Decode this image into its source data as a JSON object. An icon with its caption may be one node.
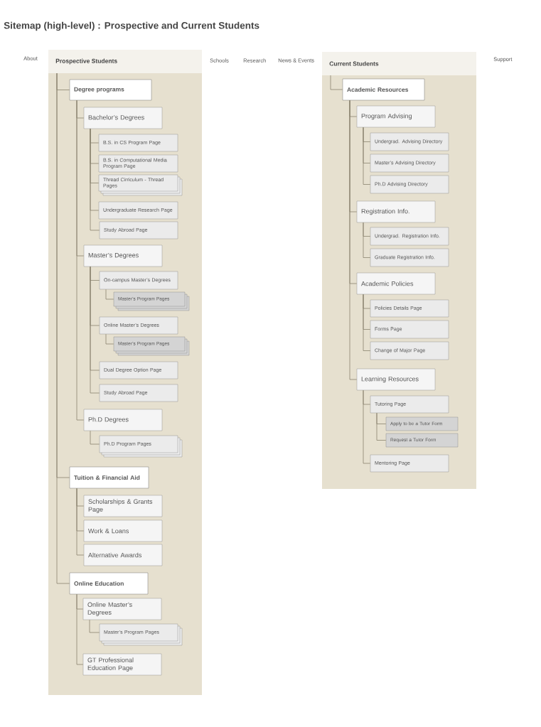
{
  "diagram": {
    "title": "Sitemap (high-level) : Prospective and Current Students",
    "nodes": [
      {
        "text": [
          "Prospective Students"
        ]
      },
      {
        "text": [
          "Degree programs"
        ],
        "in": 0
      },
      {
        "text": [
          "Bachelor’s Degrees"
        ],
        "in": 0
      },
      {
        "text": [
          "B.S. in CS Program Page"
        ],
        "in": 0
      },
      {
        "text": [
          "B.S. in Computational Media Program Page"
        ],
        "in": 0
      },
      {
        "text": [
          "Thread Cirriculum - Thread Pages"
        ],
        "in": 0
      },
      {
        "text": [
          "Undergraduate Research Page"
        ],
        "in": 0
      },
      {
        "text": [
          "Study Abroad Page"
        ],
        "in": 0
      },
      {
        "text": [
          "Master’s Degrees"
        ],
        "in": 0
      },
      {
        "text": [
          "On-campus Master’s Degrees"
        ],
        "in": 0
      },
      {
        "text": [
          "Master’s Program Pages"
        ],
        "in": 0
      },
      {
        "text": [
          "Online Master’s Degrees"
        ],
        "in": 0
      },
      {
        "text": [
          "Master’s Program Pages"
        ],
        "in": 0
      },
      {
        "text": [
          "Dual Degree Option Page"
        ],
        "in": 0
      },
      {
        "text": [
          "Study Abroad Page"
        ],
        "in": 0
      },
      {
        "text": [
          "Ph.D Degrees"
        ],
        "in": 0
      },
      {
        "text": [
          "Ph.D Program Pages"
        ],
        "in": 0
      },
      {
        "text": [
          "Tuition & Financial Aid"
        ],
        "in": 0
      },
      {
        "text": [
          "Scholarships & Grants Page"
        ],
        "in": 0
      },
      {
        "text": [
          "Work & Loans"
        ],
        "in": 0
      },
      {
        "text": [
          "Alternative Awards"
        ],
        "in": 0
      },
      {
        "text": [
          "Online Education"
        ],
        "in": 0
      },
      {
        "text": [
          "Online Master’s Degrees"
        ],
        "in": 0
      },
      {
        "text": [
          "Master’s Program Pages"
        ],
        "in": 0
      },
      {
        "text": [
          "GT Professional Education Page"
        ],
        "in": 0
      },
      {
        "text": [
          "Current Students"
        ]
      },
      {
        "text": [
          "Academic Resources"
        ],
        "in": 25
      },
      {
        "text": [
          "Program Advising"
        ],
        "in": 25
      },
      {
        "text": [
          "Undergrad. Advising Directory"
        ],
        "in": 25
      },
      {
        "text": [
          "Master’s Advising Directory"
        ],
        "in": 25
      },
      {
        "text": [
          "Ph.D Advising Directory"
        ],
        "in": 25
      },
      {
        "text": [
          "Registration Info."
        ],
        "in": 25
      },
      {
        "text": [
          "Undergrad. Registration Info."
        ],
        "in": 25
      },
      {
        "text": [
          "Graduate Registration Info."
        ],
        "in": 25
      },
      {
        "text": [
          "Academic Policies"
        ],
        "in": 25
      },
      {
        "text": [
          "Policies Details Page"
        ],
        "in": 25
      },
      {
        "text": [
          "Forms Page"
        ],
        "in": 25
      },
      {
        "text": [
          "Change of Major Page"
        ],
        "in": 25
      },
      {
        "text": [
          "Learning Resources"
        ],
        "in": 25
      },
      {
        "text": [
          "Tutoring Page"
        ],
        "in": 25
      },
      {
        "text": [
          "Apply to be a Tutor Form"
        ],
        "in": 25
      },
      {
        "text": [
          "Request a Tutor Form"
        ],
        "in": 25
      },
      {
        "text": [
          "Mentoring Page"
        ],
        "in": 25
      }
    ],
    "edges": [
      {
        "from": 0,
        "to": 1,
        "arrow": "none"
      },
      {
        "from": 1,
        "to": 2,
        "arrow": "none"
      },
      {
        "from": 2,
        "to": 3,
        "arrow": "none"
      },
      {
        "from": 2,
        "to": 4,
        "arrow": "none"
      },
      {
        "from": 2,
        "to": 5,
        "arrow": "none"
      },
      {
        "from": 2,
        "to": 6,
        "arrow": "none"
      },
      {
        "from": 2,
        "to": 7,
        "arrow": "none"
      },
      {
        "from": 1,
        "to": 8,
        "arrow": "none"
      },
      {
        "from": 8,
        "to": 9,
        "arrow": "none"
      },
      {
        "from": 9,
        "to": 10,
        "arrow": "none"
      },
      {
        "from": 8,
        "to": 11,
        "arrow": "none"
      },
      {
        "from": 11,
        "to": 12,
        "arrow": "none"
      },
      {
        "from": 8,
        "to": 13,
        "arrow": "none"
      },
      {
        "from": 8,
        "to": 14,
        "arrow": "none"
      },
      {
        "from": 1,
        "to": 15,
        "arrow": "none"
      },
      {
        "from": 15,
        "to": 16,
        "arrow": "none"
      },
      {
        "from": 0,
        "to": 17,
        "arrow": "none"
      },
      {
        "from": 17,
        "to": 18,
        "arrow": "none"
      },
      {
        "from": 17,
        "to": 19,
        "arrow": "none"
      },
      {
        "from": 17,
        "to": 20,
        "arrow": "none"
      },
      {
        "from": 0,
        "to": 21,
        "arrow": "none"
      },
      {
        "from": 21,
        "to": 22,
        "arrow": "none"
      },
      {
        "from": 22,
        "to": 23,
        "arrow": "none"
      },
      {
        "from": 21,
        "to": 24,
        "arrow": "none"
      },
      {
        "from": 25,
        "to": 26,
        "arrow": "none"
      },
      {
        "from": 26,
        "to": 27,
        "arrow": "none"
      },
      {
        "from": 27,
        "to": 28,
        "arrow": "none"
      },
      {
        "from": 27,
        "to": 29,
        "arrow": "none"
      },
      {
        "from": 27,
        "to": 30,
        "arrow": "none"
      },
      {
        "from": 26,
        "to": 31,
        "arrow": "none"
      },
      {
        "from": 31,
        "to": 32,
        "arrow": "none"
      },
      {
        "from": 31,
        "to": 33,
        "arrow": "none"
      },
      {
        "from": 26,
        "to": 34,
        "arrow": "none"
      },
      {
        "from": 34,
        "to": 35,
        "arrow": "none"
      },
      {
        "from": 34,
        "to": 36,
        "arrow": "none"
      },
      {
        "from": 34,
        "to": 37,
        "arrow": "none"
      },
      {
        "from": 26,
        "to": 38,
        "arrow": "none"
      },
      {
        "from": 38,
        "to": 39,
        "arrow": "none"
      },
      {
        "from": 39,
        "to": 40,
        "arrow": "none"
      },
      {
        "from": 39,
        "to": 41,
        "arrow": "none"
      },
      {
        "from": 38,
        "to": 42,
        "arrow": "none"
      }
    ],
    "labels": [
      "About",
      "Schools",
      "Research",
      "News & Events",
      "Support"
    ]
  }
}
